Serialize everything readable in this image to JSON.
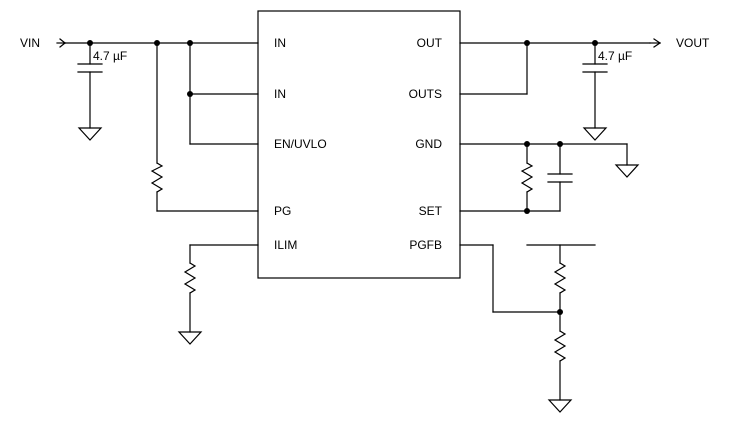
{
  "schematic": {
    "ic_pins_left": [
      "IN",
      "IN",
      "EN/UVLO",
      "PG",
      "ILIM"
    ],
    "ic_pins_right": [
      "OUT",
      "OUTS",
      "GND",
      "SET",
      "PGFB"
    ],
    "net_labels": {
      "input": "VIN",
      "output": "VOUT"
    },
    "input_cap_value": "4.7 µF",
    "output_cap_value": "4.7 µF"
  }
}
